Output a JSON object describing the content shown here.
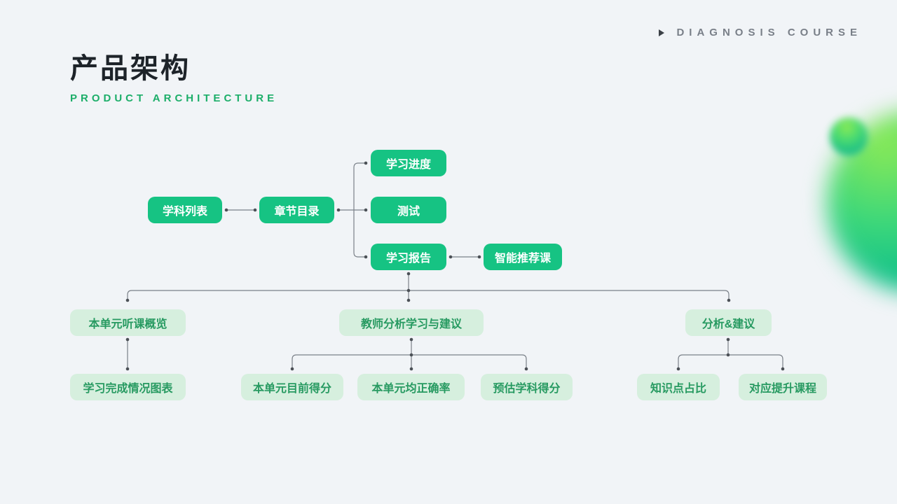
{
  "header": {
    "badge": {
      "icon": "play-triangle-icon",
      "text": "DIAGNOSIS COURSE"
    },
    "title": "产品架构",
    "subtitle": "PRODUCT ARCHITECTURE"
  },
  "colors": {
    "accent": "#16c383",
    "accent_light": "#d6efde",
    "accent_text": "#279a61",
    "line": "#7a8088",
    "dot": "#4b5056",
    "background": "#f1f4f7"
  },
  "diagram": {
    "nodes": {
      "subject_list": {
        "label": "学科列表",
        "level": 1,
        "style": "solid"
      },
      "chapter_toc": {
        "label": "章节目录",
        "level": 1,
        "style": "solid"
      },
      "learning_progress": {
        "label": "学习进度",
        "level": 2,
        "style": "solid"
      },
      "test": {
        "label": "测试",
        "level": 2,
        "style": "solid"
      },
      "learning_report": {
        "label": "学习报告",
        "level": 2,
        "style": "solid"
      },
      "smart_recommend": {
        "label": "智能推荐课",
        "level": 3,
        "style": "solid"
      },
      "unit_overview": {
        "label": "本单元听课概览",
        "level": 4,
        "style": "light"
      },
      "teacher_analysis": {
        "label": "教师分析学习与建议",
        "level": 4,
        "style": "light"
      },
      "analysis_suggest": {
        "label": "分析&建议",
        "level": 4,
        "style": "light"
      },
      "completion_chart": {
        "label": "学习完成情况图表",
        "level": 5,
        "style": "light"
      },
      "unit_current_score": {
        "label": "本单元目前得分",
        "level": 5,
        "style": "light"
      },
      "unit_accuracy": {
        "label": "本单元均正确率",
        "level": 5,
        "style": "light"
      },
      "estimated_score": {
        "label": "预估学科得分",
        "level": 5,
        "style": "light"
      },
      "knowledge_ratio": {
        "label": "知识点占比",
        "level": 5,
        "style": "light"
      },
      "improve_course": {
        "label": "对应提升课程",
        "level": 5,
        "style": "light"
      }
    },
    "edges": [
      [
        "subject_list",
        "chapter_toc"
      ],
      [
        "chapter_toc",
        "learning_progress"
      ],
      [
        "chapter_toc",
        "test"
      ],
      [
        "chapter_toc",
        "learning_report"
      ],
      [
        "learning_report",
        "smart_recommend"
      ],
      [
        "learning_report",
        "unit_overview"
      ],
      [
        "learning_report",
        "teacher_analysis"
      ],
      [
        "learning_report",
        "analysis_suggest"
      ],
      [
        "unit_overview",
        "completion_chart"
      ],
      [
        "teacher_analysis",
        "unit_current_score"
      ],
      [
        "teacher_analysis",
        "unit_accuracy"
      ],
      [
        "teacher_analysis",
        "estimated_score"
      ],
      [
        "analysis_suggest",
        "knowledge_ratio"
      ],
      [
        "analysis_suggest",
        "improve_course"
      ]
    ]
  }
}
